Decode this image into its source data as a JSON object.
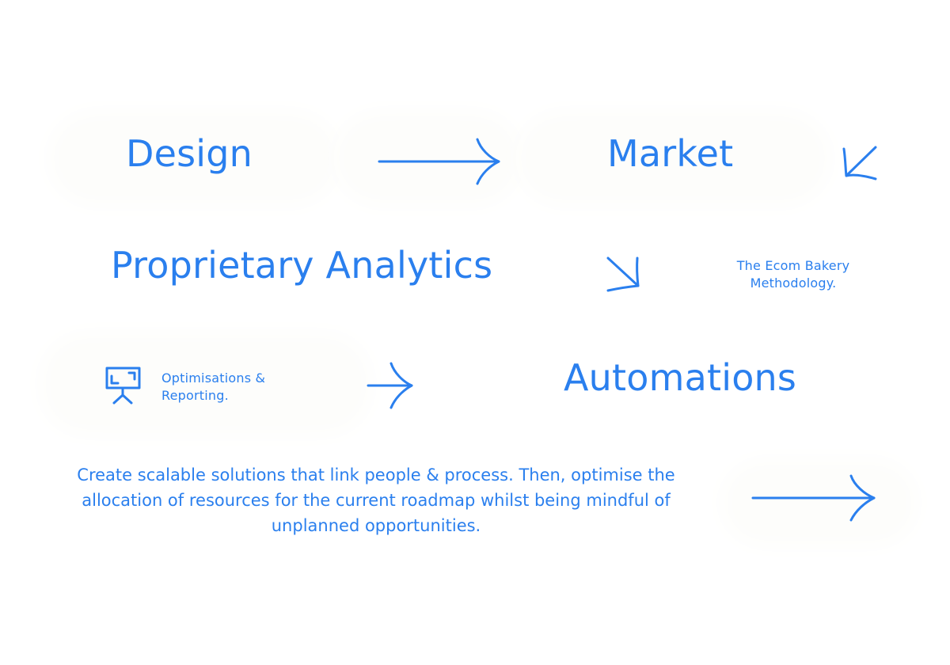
{
  "steps": {
    "design": "Design",
    "market": "Market",
    "analytics": "Proprietary Analytics",
    "automations": "Automations"
  },
  "methodology": {
    "line1": "The Ecom Bakery",
    "line2": "Methodology."
  },
  "optimisations": {
    "line1": "Optimisations &",
    "line2": "Reporting."
  },
  "description": "Create scalable solutions that link people & process. Then, optimise the allocation of resources for the current roadmap whilst being mindful of unplanned opportunities.",
  "icons": {
    "presentation": "presentation-board-icon",
    "arrows": [
      "arrow-right-icon",
      "arrow-down-left-icon",
      "arrow-down-right-icon",
      "arrow-right-icon",
      "arrow-right-icon"
    ]
  },
  "colors": {
    "accent": "#2a7fee",
    "background": "#ffffff"
  }
}
